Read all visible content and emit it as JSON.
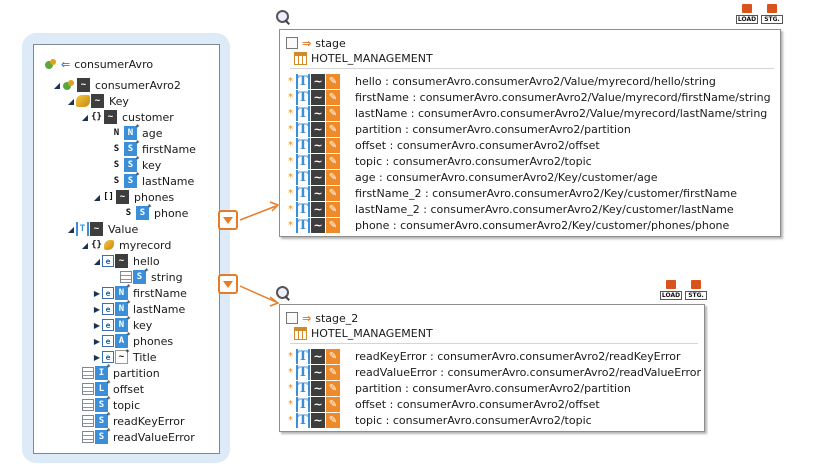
{
  "tree": {
    "root": "consumerAvro",
    "nodes": [
      {
        "label": "consumerAvro2",
        "type": "~"
      },
      {
        "label": "Key",
        "type": "~"
      },
      {
        "label": "customer",
        "type": "{}"
      },
      {
        "label": "age",
        "type": "N"
      },
      {
        "label": "firstName",
        "type": "S"
      },
      {
        "label": "key",
        "type": "S"
      },
      {
        "label": "lastName",
        "type": "S"
      },
      {
        "label": "phones",
        "type": "[]"
      },
      {
        "label": "phone",
        "type": "S"
      },
      {
        "label": "Value",
        "type": "~"
      },
      {
        "label": "myrecord",
        "type": "{}"
      },
      {
        "label": "hello",
        "type": "e"
      },
      {
        "label": "string",
        "type": "S"
      },
      {
        "label": "firstName",
        "type": "N"
      },
      {
        "label": "lastName",
        "type": "N"
      },
      {
        "label": "key",
        "type": "N"
      },
      {
        "label": "phones",
        "type": "A"
      },
      {
        "label": "Title",
        "type": "~"
      },
      {
        "label": "partition",
        "type": "I"
      },
      {
        "label": "offset",
        "type": "L"
      },
      {
        "label": "topic",
        "type": "S"
      },
      {
        "label": "readKeyError",
        "type": "S"
      },
      {
        "label": "readValueError",
        "type": "S"
      }
    ]
  },
  "stage1": {
    "name": "stage",
    "schema": "HOTEL_MANAGEMENT",
    "fields": [
      "hello : consumerAvro.consumerAvro2/Value/myrecord/hello/string",
      "firstName : consumerAvro.consumerAvro2/Value/myrecord/firstName/string",
      "lastName : consumerAvro.consumerAvro2/Value/myrecord/lastName/string",
      "partition : consumerAvro.consumerAvro2/partition",
      "offset : consumerAvro.consumerAvro2/offset",
      "topic : consumerAvro.consumerAvro2/topic",
      "age : consumerAvro.consumerAvro2/Key/customer/age",
      "firstName_2 : consumerAvro.consumerAvro2/Key/customer/firstName",
      "lastName_2 : consumerAvro.consumerAvro2/Key/customer/lastName",
      "phone : consumerAvro.consumerAvro2/Key/customer/phones/phone"
    ]
  },
  "stage2": {
    "name": "stage_2",
    "schema": "HOTEL_MANAGEMENT",
    "fields": [
      "readKeyError : consumerAvro.consumerAvro2/readKeyError",
      "readValueError : consumerAvro.consumerAvro2/readValueError",
      "partition : consumerAvro.consumerAvro2/partition",
      "offset : consumerAvro.consumerAvro2/offset",
      "topic : consumerAvro.consumerAvro2/topic"
    ]
  },
  "toolbar": {
    "load_label": "LOAD",
    "stg_label": "STG."
  },
  "colors": {
    "accent_orange": "#e77c27",
    "tree_bg": "#ddeaf8",
    "type_blue": "#3b8fd8"
  }
}
